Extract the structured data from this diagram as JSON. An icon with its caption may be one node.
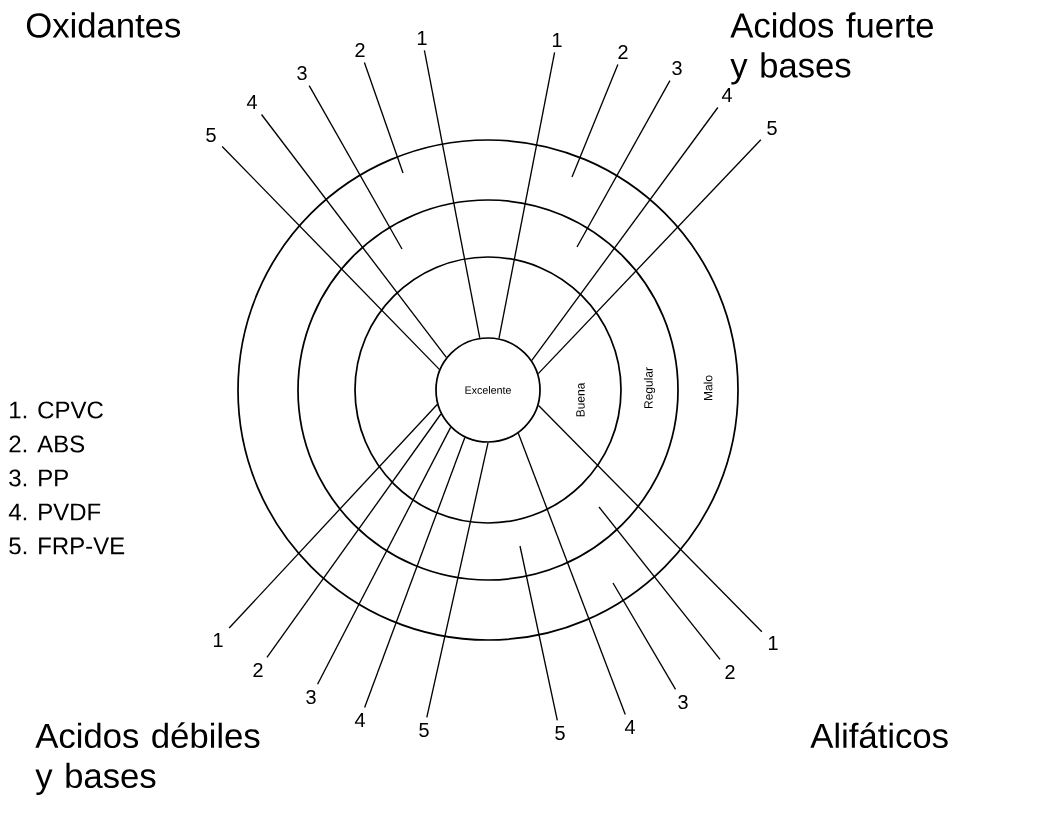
{
  "diagram": {
    "nodes": [
      {
        "text": [
          "Malo"
        ]
      },
      {
        "text": [
          "Regular"
        ],
        "in": 0
      },
      {
        "text": [
          "Buena"
        ],
        "in": 1
      },
      {
        "text": [
          "Excelente"
        ],
        "in": 2
      },
      {
        "text": [
          "1"
        ]
      },
      {
        "text": [
          "2"
        ]
      },
      {
        "text": [
          "3"
        ]
      },
      {
        "text": [
          "4"
        ]
      },
      {
        "text": [
          "5"
        ]
      },
      {
        "text": [
          "1"
        ]
      },
      {
        "text": [
          "2"
        ]
      },
      {
        "text": [
          "3"
        ]
      },
      {
        "text": [
          "4"
        ]
      },
      {
        "text": [
          "5"
        ]
      },
      {
        "text": [
          "1"
        ]
      },
      {
        "text": [
          "2"
        ]
      },
      {
        "text": [
          "3"
        ]
      },
      {
        "text": [
          "4"
        ]
      },
      {
        "text": [
          "5"
        ]
      },
      {
        "text": [
          "1"
        ]
      },
      {
        "text": [
          "2"
        ]
      },
      {
        "text": [
          "3"
        ]
      },
      {
        "text": [
          "4"
        ]
      },
      {
        "text": [
          "5"
        ]
      }
    ],
    "edges": [
      {
        "from": 4,
        "to": 3,
        "arrow": "none"
      },
      {
        "from": 5,
        "to": null,
        "arrow": "none"
      },
      {
        "from": 6,
        "to": null,
        "arrow": "none"
      },
      {
        "from": 7,
        "to": 3,
        "arrow": "none"
      },
      {
        "from": 8,
        "to": 3,
        "arrow": "none"
      },
      {
        "from": 9,
        "to": 3,
        "arrow": "none"
      },
      {
        "from": 10,
        "to": null,
        "arrow": "none"
      },
      {
        "from": 11,
        "to": null,
        "arrow": "none"
      },
      {
        "from": 12,
        "to": 3,
        "arrow": "none"
      },
      {
        "from": 13,
        "to": 3,
        "arrow": "none"
      },
      {
        "from": 14,
        "to": 3,
        "arrow": "none"
      },
      {
        "from": 15,
        "to": 3,
        "arrow": "none"
      },
      {
        "from": 16,
        "to": 3,
        "arrow": "none"
      },
      {
        "from": 17,
        "to": 3,
        "arrow": "none"
      },
      {
        "from": 18,
        "to": 3,
        "arrow": "none"
      },
      {
        "from": 19,
        "to": 3,
        "arrow": "none"
      },
      {
        "from": 20,
        "to": null,
        "arrow": "none"
      },
      {
        "from": 21,
        "to": null,
        "arrow": "none"
      },
      {
        "from": 22,
        "to": 3,
        "arrow": "none"
      },
      {
        "from": 23,
        "to": null,
        "arrow": "none"
      }
    ],
    "labels": [
      "Oxidantes",
      "Acidos fuerte y bases",
      "Acidos débiles y bases",
      "Alifáticos",
      "1. CPVC",
      "2. ABS",
      "3. PP",
      "4. PVDF",
      "5. FRP-VE"
    ]
  }
}
